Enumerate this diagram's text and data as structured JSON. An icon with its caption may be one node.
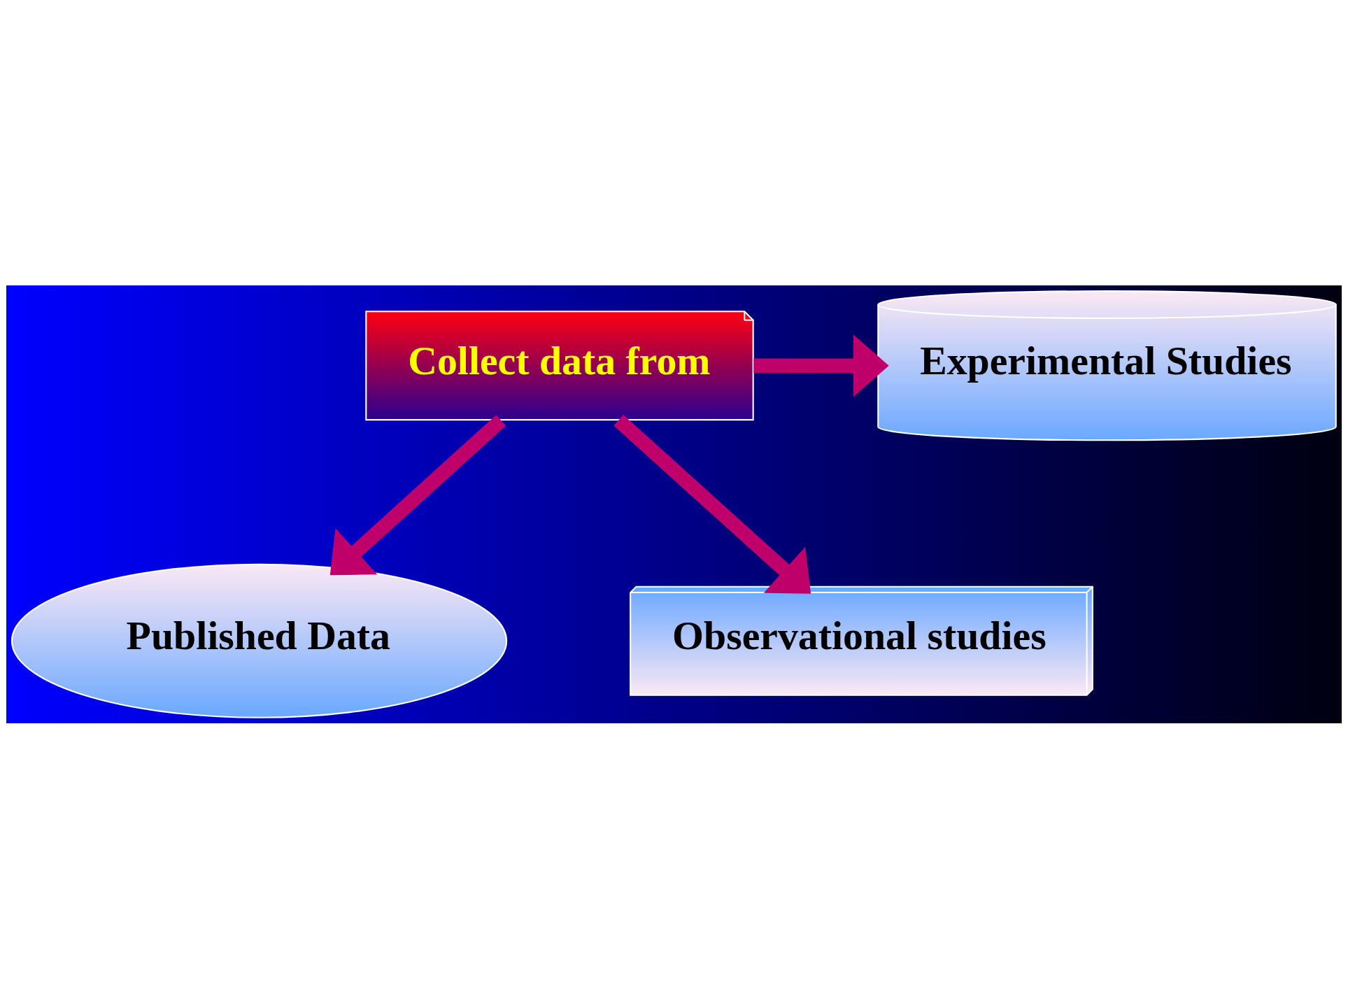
{
  "diagram": {
    "nodes": [
      {
        "text": [
          "Collect data from"
        ]
      },
      {
        "text": [
          "Published Data"
        ]
      },
      {
        "text": [
          "Experimental Studies"
        ]
      },
      {
        "text": [
          "Observational studies"
        ]
      }
    ],
    "edges": [
      {
        "from": 0,
        "to": 1,
        "arrow": "to"
      },
      {
        "from": 0,
        "to": 2,
        "arrow": "to"
      },
      {
        "from": 0,
        "to": 3,
        "arrow": "to"
      }
    ]
  }
}
